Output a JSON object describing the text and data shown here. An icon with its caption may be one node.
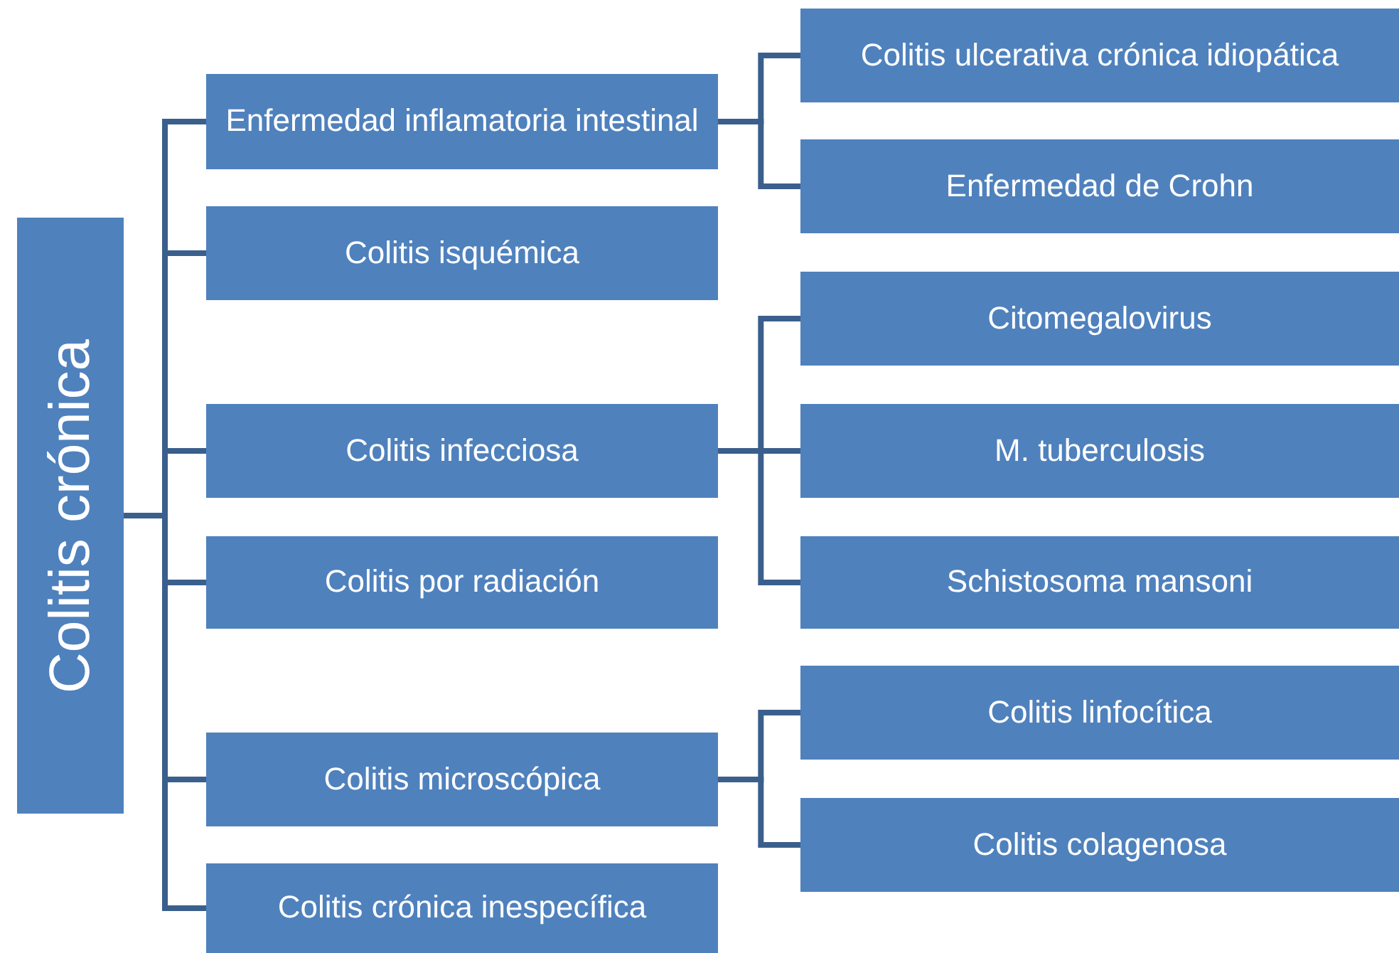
{
  "diagram": {
    "nodes": [
      {
        "text": [
          "Colitis crónica"
        ]
      },
      {
        "text": [
          "Enfermedad inflamatoria intestinal"
        ]
      },
      {
        "text": [
          "Colitis ulcerativa crónica idiopática"
        ]
      },
      {
        "text": [
          "Enfermedad de Crohn"
        ]
      },
      {
        "text": [
          "Colitis isquémica"
        ]
      },
      {
        "text": [
          "Colitis infecciosa"
        ]
      },
      {
        "text": [
          "Citomegalovirus"
        ]
      },
      {
        "text": [
          "M. tuberculosis"
        ]
      },
      {
        "text": [
          "Schistosoma mansoni"
        ]
      },
      {
        "text": [
          "Colitis por radiación"
        ]
      },
      {
        "text": [
          "Colitis microscópica"
        ]
      },
      {
        "text": [
          "Colitis linfocítica"
        ]
      },
      {
        "text": [
          "Colitis colagenosa"
        ]
      },
      {
        "text": [
          "Colitis crónica inespecífica"
        ]
      }
    ],
    "edges": [
      {
        "from": 0,
        "to": 1,
        "arrow": "none"
      },
      {
        "from": 0,
        "to": 4,
        "arrow": "none"
      },
      {
        "from": 0,
        "to": 5,
        "arrow": "none"
      },
      {
        "from": 0,
        "to": 9,
        "arrow": "none"
      },
      {
        "from": 0,
        "to": 10,
        "arrow": "none"
      },
      {
        "from": 0,
        "to": 13,
        "arrow": "none"
      },
      {
        "from": 1,
        "to": 2,
        "arrow": "none"
      },
      {
        "from": 1,
        "to": 3,
        "arrow": "none"
      },
      {
        "from": 5,
        "to": 6,
        "arrow": "none"
      },
      {
        "from": 5,
        "to": 7,
        "arrow": "none"
      },
      {
        "from": 5,
        "to": 8,
        "arrow": "none"
      },
      {
        "from": 10,
        "to": 11,
        "arrow": "none"
      },
      {
        "from": 10,
        "to": 12,
        "arrow": "none"
      }
    ]
  }
}
